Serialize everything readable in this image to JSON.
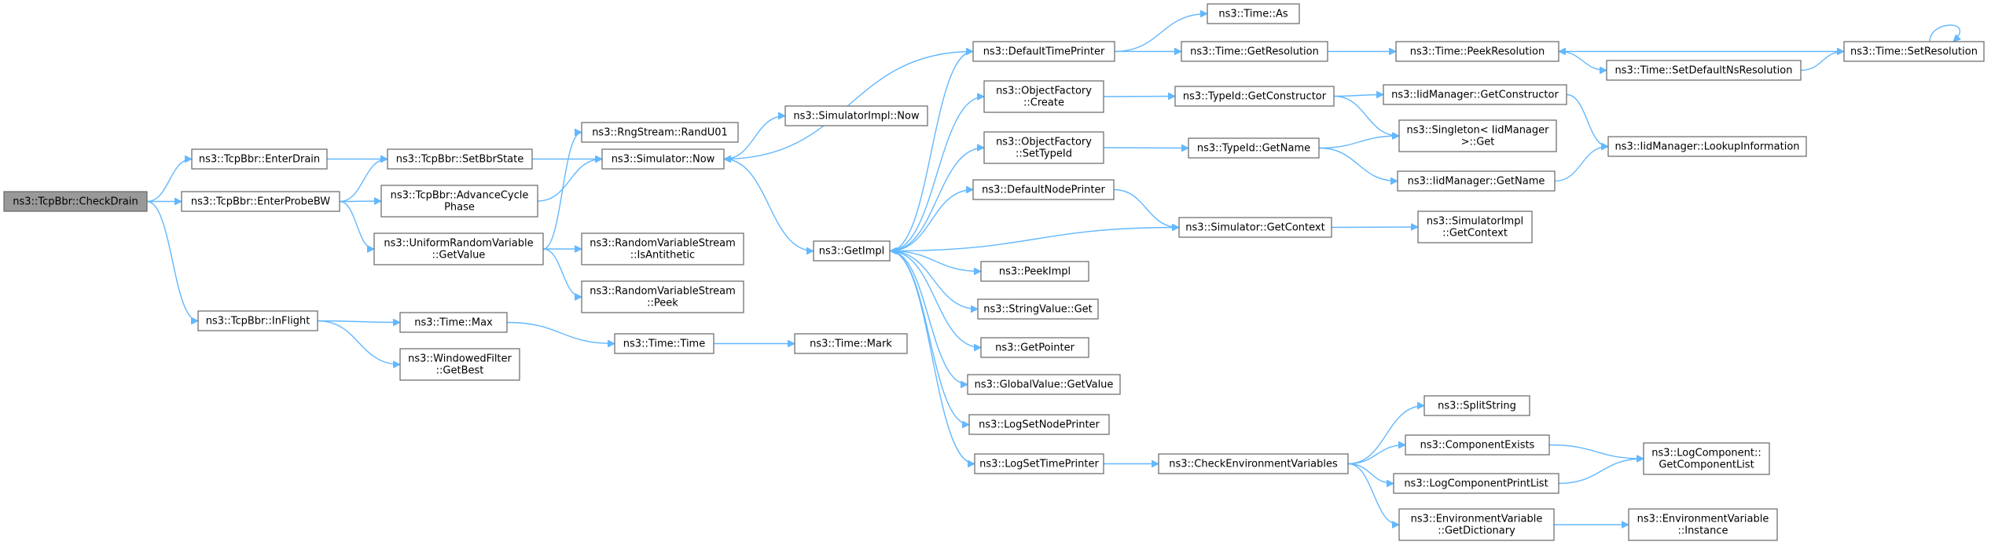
{
  "graph": {
    "nodes": [
      {
        "id": "n0",
        "lines": [
          "ns3::TcpBbr::CheckDrain"
        ],
        "root": true
      },
      {
        "id": "n1",
        "lines": [
          "ns3::TcpBbr::EnterDrain"
        ]
      },
      {
        "id": "n2",
        "lines": [
          "ns3::TcpBbr::EnterProbeBW"
        ]
      },
      {
        "id": "n3",
        "lines": [
          "ns3::TcpBbr::InFlight"
        ]
      },
      {
        "id": "n4",
        "lines": [
          "ns3::TcpBbr::SetBbrState"
        ]
      },
      {
        "id": "n5",
        "lines": [
          "ns3::TcpBbr::AdvanceCycle",
          "Phase"
        ]
      },
      {
        "id": "n6",
        "lines": [
          "ns3::UniformRandomVariable",
          "::GetValue"
        ]
      },
      {
        "id": "n7",
        "lines": [
          "ns3::Time::Max"
        ]
      },
      {
        "id": "n8",
        "lines": [
          "ns3::WindowedFilter",
          "::GetBest"
        ]
      },
      {
        "id": "n9",
        "lines": [
          "ns3::Simulator::Now"
        ]
      },
      {
        "id": "n10",
        "lines": [
          "ns3::RngStream::RandU01"
        ]
      },
      {
        "id": "n11",
        "lines": [
          "ns3::RandomVariableStream",
          "::IsAntithetic"
        ]
      },
      {
        "id": "n12",
        "lines": [
          "ns3::RandomVariableStream",
          "::Peek"
        ]
      },
      {
        "id": "n13",
        "lines": [
          "ns3::Time::Time"
        ]
      },
      {
        "id": "n14",
        "lines": [
          "ns3::SimulatorImpl::Now"
        ]
      },
      {
        "id": "n15",
        "lines": [
          "ns3::Time::Mark"
        ]
      },
      {
        "id": "n16",
        "lines": [
          "ns3::GetImpl"
        ]
      },
      {
        "id": "n17",
        "lines": [
          "ns3::DefaultTimePrinter"
        ]
      },
      {
        "id": "n18",
        "lines": [
          "ns3::ObjectFactory",
          "::Create"
        ]
      },
      {
        "id": "n19",
        "lines": [
          "ns3::ObjectFactory",
          "::SetTypeId"
        ]
      },
      {
        "id": "n20",
        "lines": [
          "ns3::DefaultNodePrinter"
        ]
      },
      {
        "id": "n21",
        "lines": [
          "ns3::PeekImpl"
        ]
      },
      {
        "id": "n22",
        "lines": [
          "ns3::StringValue::Get"
        ]
      },
      {
        "id": "n23",
        "lines": [
          "ns3::GetPointer"
        ]
      },
      {
        "id": "n24",
        "lines": [
          "ns3::GlobalValue::GetValue"
        ]
      },
      {
        "id": "n25",
        "lines": [
          "ns3::LogSetNodePrinter"
        ]
      },
      {
        "id": "n26",
        "lines": [
          "ns3::LogSetTimePrinter"
        ]
      },
      {
        "id": "n27",
        "lines": [
          "ns3::Time::As"
        ]
      },
      {
        "id": "n28",
        "lines": [
          "ns3::Time::GetResolution"
        ]
      },
      {
        "id": "n29",
        "lines": [
          "ns3::TypeId::GetConstructor"
        ]
      },
      {
        "id": "n30",
        "lines": [
          "ns3::TypeId::GetName"
        ]
      },
      {
        "id": "n31",
        "lines": [
          "ns3::Simulator::GetContext"
        ]
      },
      {
        "id": "n32",
        "lines": [
          "ns3::CheckEnvironmentVariables"
        ]
      },
      {
        "id": "n33",
        "lines": [
          "ns3::Time::PeekResolution"
        ]
      },
      {
        "id": "n34",
        "lines": [
          "ns3::IidManager::GetConstructor"
        ]
      },
      {
        "id": "n35",
        "lines": [
          "ns3::Singleton< IidManager",
          ">::Get"
        ]
      },
      {
        "id": "n36",
        "lines": [
          "ns3::IidManager::GetName"
        ]
      },
      {
        "id": "n37",
        "lines": [
          "ns3::SimulatorImpl",
          "::GetContext"
        ]
      },
      {
        "id": "n38",
        "lines": [
          "ns3::SplitString"
        ]
      },
      {
        "id": "n39",
        "lines": [
          "ns3::ComponentExists"
        ]
      },
      {
        "id": "n40",
        "lines": [
          "ns3::LogComponentPrintList"
        ]
      },
      {
        "id": "n41",
        "lines": [
          "ns3::EnvironmentVariable",
          "::GetDictionary"
        ]
      },
      {
        "id": "n42",
        "lines": [
          "ns3::Time::SetDefaultNsResolution"
        ]
      },
      {
        "id": "n43",
        "lines": [
          "ns3::IidManager::LookupInformation"
        ]
      },
      {
        "id": "n44",
        "lines": [
          "ns3::LogComponent::",
          "GetComponentList"
        ]
      },
      {
        "id": "n45",
        "lines": [
          "ns3::EnvironmentVariable",
          "::Instance"
        ]
      },
      {
        "id": "n46",
        "lines": [
          "ns3::Time::SetResolution"
        ]
      }
    ],
    "edges": [
      [
        "n0",
        "n1"
      ],
      [
        "n0",
        "n2"
      ],
      [
        "n0",
        "n3"
      ],
      [
        "n1",
        "n4"
      ],
      [
        "n2",
        "n4"
      ],
      [
        "n2",
        "n5"
      ],
      [
        "n2",
        "n6"
      ],
      [
        "n3",
        "n7"
      ],
      [
        "n3",
        "n8"
      ],
      [
        "n4",
        "n9"
      ],
      [
        "n5",
        "n9"
      ],
      [
        "n6",
        "n10"
      ],
      [
        "n6",
        "n11"
      ],
      [
        "n6",
        "n12"
      ],
      [
        "n7",
        "n13"
      ],
      [
        "n13",
        "n15"
      ],
      [
        "n9",
        "n14"
      ],
      [
        "n9",
        "n16"
      ],
      [
        "n16",
        "n17"
      ],
      [
        "n16",
        "n18"
      ],
      [
        "n16",
        "n19"
      ],
      [
        "n16",
        "n20"
      ],
      [
        "n16",
        "n21"
      ],
      [
        "n16",
        "n22"
      ],
      [
        "n16",
        "n23"
      ],
      [
        "n16",
        "n24"
      ],
      [
        "n16",
        "n25"
      ],
      [
        "n16",
        "n26"
      ],
      [
        "n17",
        "n9"
      ],
      [
        "n17",
        "n27"
      ],
      [
        "n17",
        "n28"
      ],
      [
        "n28",
        "n33"
      ],
      [
        "n33",
        "n42"
      ],
      [
        "n42",
        "n46"
      ],
      [
        "n46",
        "n33"
      ],
      [
        "n46",
        "n46"
      ],
      [
        "n18",
        "n29"
      ],
      [
        "n29",
        "n34"
      ],
      [
        "n29",
        "n35"
      ],
      [
        "n34",
        "n43"
      ],
      [
        "n19",
        "n30"
      ],
      [
        "n30",
        "n35"
      ],
      [
        "n30",
        "n36"
      ],
      [
        "n36",
        "n43"
      ],
      [
        "n20",
        "n31"
      ],
      [
        "n31",
        "n16"
      ],
      [
        "n31",
        "n37"
      ],
      [
        "n26",
        "n32"
      ],
      [
        "n32",
        "n38"
      ],
      [
        "n32",
        "n39"
      ],
      [
        "n32",
        "n40"
      ],
      [
        "n32",
        "n41"
      ],
      [
        "n39",
        "n44"
      ],
      [
        "n40",
        "n44"
      ],
      [
        "n41",
        "n45"
      ]
    ]
  }
}
